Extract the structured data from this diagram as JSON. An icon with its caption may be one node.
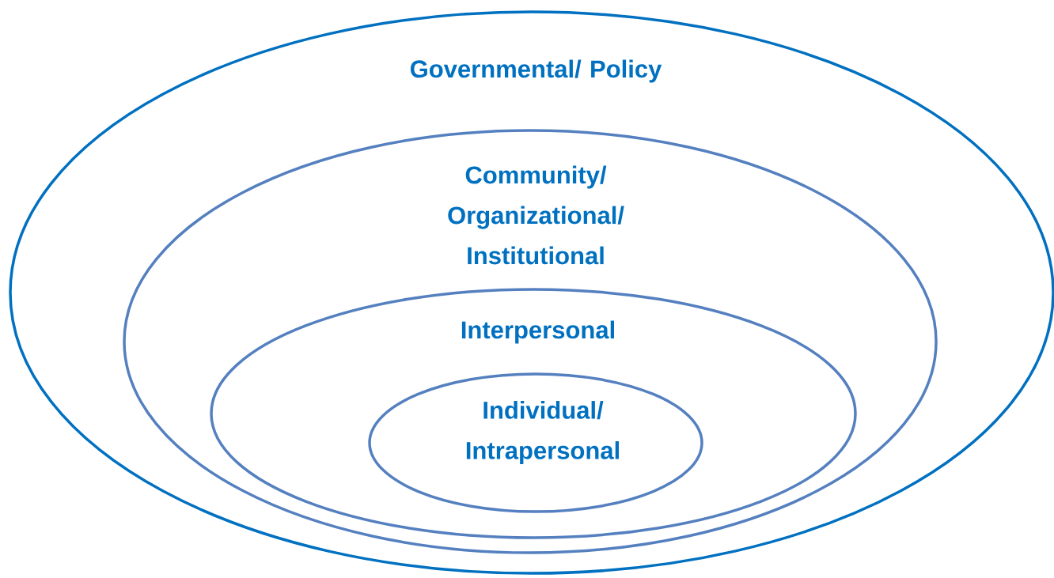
{
  "diagram": {
    "nodes": [
      {
        "text": [
          "Governmental/ Policy"
        ]
      },
      {
        "text": [
          "Community/ Organizational/ Institutional"
        ],
        "in": 0
      },
      {
        "text": [
          "Interpersonal"
        ],
        "in": 1
      },
      {
        "text": [
          "Individual/ Intrapersonal"
        ],
        "in": 2
      }
    ]
  }
}
